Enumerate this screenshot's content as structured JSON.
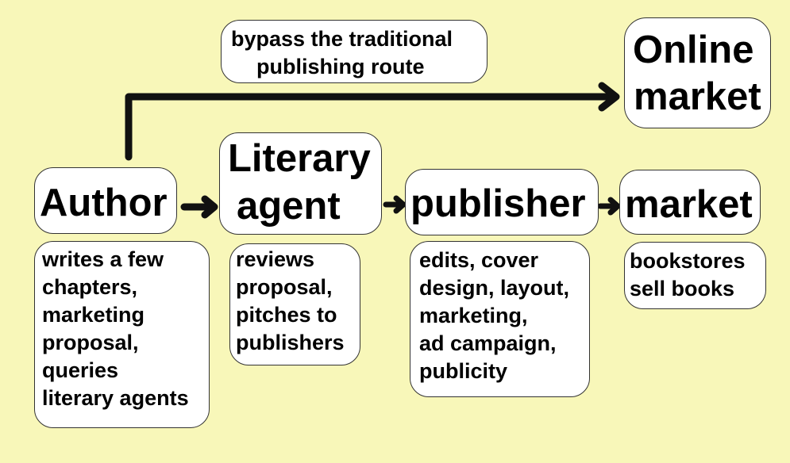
{
  "bypass_note": {
    "line1": "bypass the traditional",
    "line2": "publishing route"
  },
  "online_market": {
    "line1": "Online",
    "line2": "market"
  },
  "nodes": {
    "author": {
      "label": "Author",
      "description": [
        "writes a few",
        "chapters,",
        "marketing",
        "proposal,",
        "queries",
        "literary agents"
      ]
    },
    "literary_agent": {
      "line1": "Literary",
      "line2": "agent",
      "description": [
        "reviews",
        "proposal,",
        "pitches to",
        "publishers"
      ]
    },
    "publisher": {
      "label": "publisher",
      "description": [
        "edits, cover",
        "design, layout,",
        "marketing,",
        "ad campaign,",
        "publicity"
      ]
    },
    "market": {
      "label": "market",
      "description": [
        "bookstores",
        "sell books"
      ]
    }
  },
  "colors": {
    "background": "#f8f7b9",
    "box": "#ffffff",
    "arrow": "#111111"
  }
}
